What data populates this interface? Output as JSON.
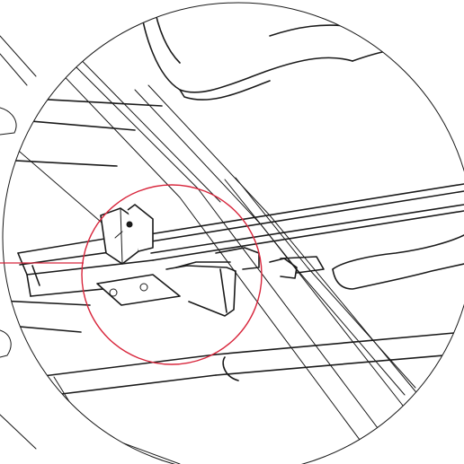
{
  "figure": {
    "background": "#ffffff",
    "ink_color": "#1a1a1a",
    "accent_color": "#d8263c",
    "components": {
      "magnifier": "detail-magnifier",
      "roof_tiles": "roof-tile-cluster",
      "batten": "roof-batten",
      "rafter": "roof-rafter",
      "mounting_rail": "mounting-rail",
      "roof_hook": "roof-hook",
      "clamp": "end-clamp",
      "base_plate": "hook-base-plate"
    },
    "highlight": {
      "marker": "detail-callout",
      "leader": "callout-leader-line"
    }
  }
}
